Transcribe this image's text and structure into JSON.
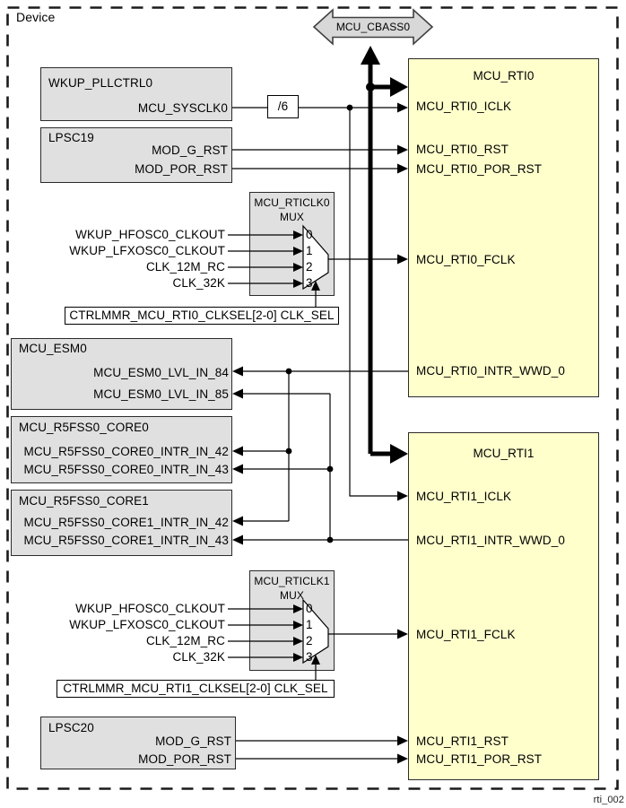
{
  "device": {
    "label": "Device"
  },
  "figure_id": "rti_002",
  "bus": {
    "label": "MCU_CBASS0"
  },
  "divider": {
    "label": "/6"
  },
  "colors": {
    "block_fill_yellow": "#FFFFCC",
    "block_fill_gray": "#E0E0E0",
    "bus_fill_gray": "#D8D8D8",
    "line": "#000000"
  },
  "blocks": {
    "wkup_pllctrl0": {
      "title": "WKUP_PLLCTRL0",
      "ports": [
        "MCU_SYSCLK0"
      ]
    },
    "lpsc19": {
      "title": "LPSC19",
      "ports": [
        "MOD_G_RST",
        "MOD_POR_RST"
      ]
    },
    "rticlk0_mux": {
      "title": "MCU_RTICLK0",
      "subtitle": "MUX",
      "inputs": [
        "WKUP_HFOSC0_CLKOUT",
        "WKUP_LFXOSC0_CLKOUT",
        "CLK_12M_RC",
        "CLK_32K"
      ],
      "input_numbers": [
        "0",
        "1",
        "2",
        "3"
      ],
      "select": "CTRLMMR_MCU_RTI0_CLKSEL[2-0] CLK_SEL"
    },
    "esm0": {
      "title": "MCU_ESM0",
      "ports": [
        "MCU_ESM0_LVL_IN_84",
        "MCU_ESM0_LVL_IN_85"
      ]
    },
    "r5fss0_core0": {
      "title": "MCU_R5FSS0_CORE0",
      "ports": [
        "MCU_R5FSS0_CORE0_INTR_IN_42",
        "MCU_R5FSS0_CORE0_INTR_IN_43"
      ]
    },
    "r5fss0_core1": {
      "title": "MCU_R5FSS0_CORE1",
      "ports": [
        "MCU_R5FSS0_CORE1_INTR_IN_42",
        "MCU_R5FSS0_CORE1_INTR_IN_43"
      ]
    },
    "rticlk1_mux": {
      "title": "MCU_RTICLK1",
      "subtitle": "MUX",
      "inputs": [
        "WKUP_HFOSC0_CLKOUT",
        "WKUP_LFXOSC0_CLKOUT",
        "CLK_12M_RC",
        "CLK_32K"
      ],
      "input_numbers": [
        "0",
        "1",
        "2",
        "3"
      ],
      "select": "CTRLMMR_MCU_RTI1_CLKSEL[2-0] CLK_SEL"
    },
    "lpsc20": {
      "title": "LPSC20",
      "ports": [
        "MOD_G_RST",
        "MOD_POR_RST"
      ]
    },
    "mcu_rti0": {
      "title": "MCU_RTI0",
      "ports": [
        "MCU_RTI0_ICLK",
        "MCU_RTI0_RST",
        "MCU_RTI0_POR_RST",
        "MCU_RTI0_FCLK",
        "MCU_RTI0_INTR_WWD_0"
      ]
    },
    "mcu_rti1": {
      "title": "MCU_RTI1",
      "ports": [
        "MCU_RTI1_ICLK",
        "MCU_RTI1_INTR_WWD_0",
        "MCU_RTI1_FCLK",
        "MCU_RTI1_RST",
        "MCU_RTI1_POR_RST"
      ]
    }
  }
}
